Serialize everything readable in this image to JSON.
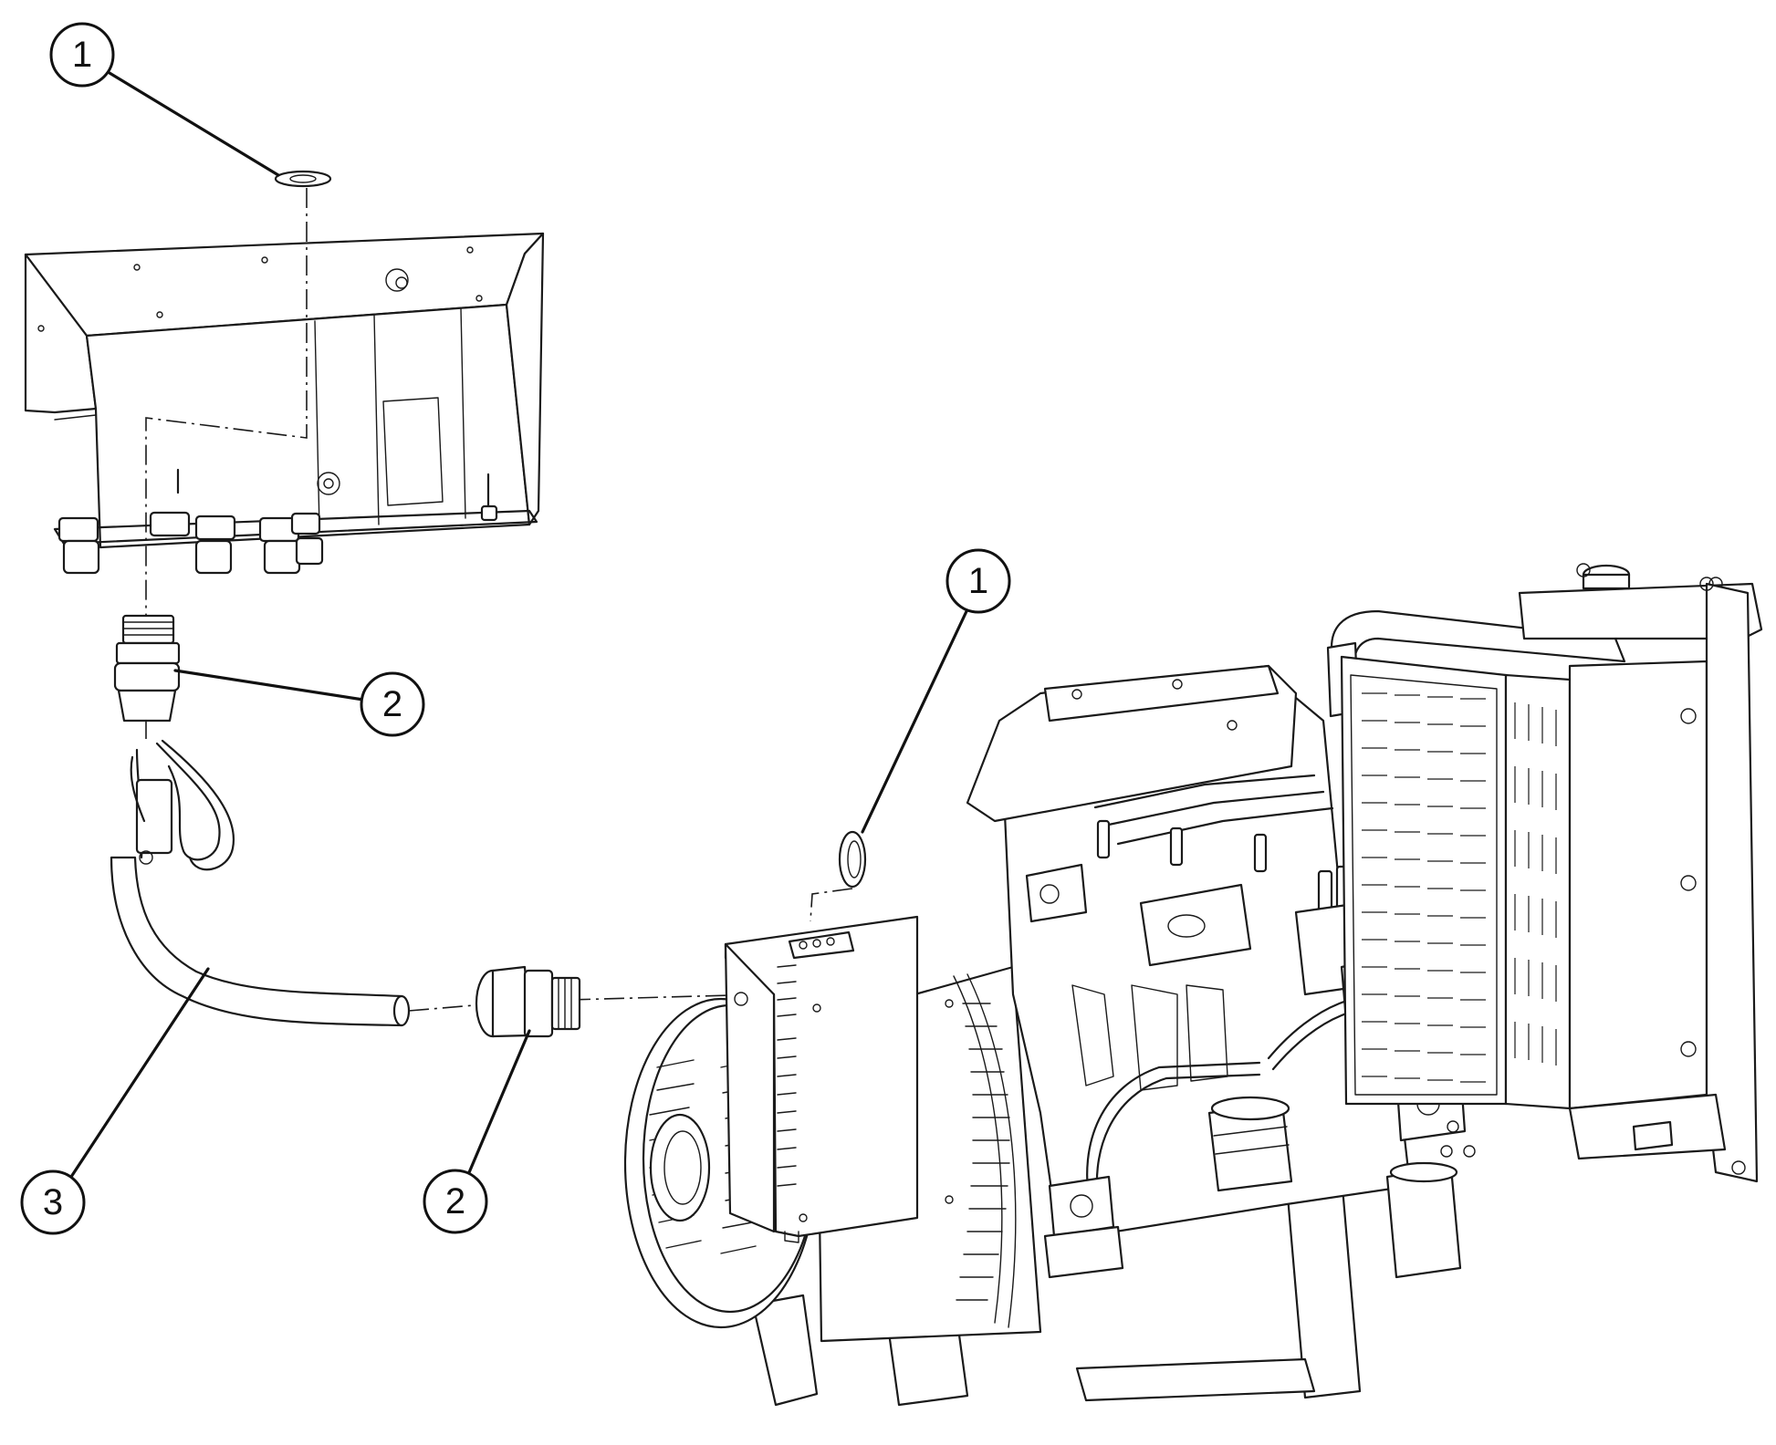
{
  "callouts": [
    {
      "label": "1"
    },
    {
      "label": "1"
    },
    {
      "label": "2"
    },
    {
      "label": "2"
    },
    {
      "label": "3"
    }
  ]
}
